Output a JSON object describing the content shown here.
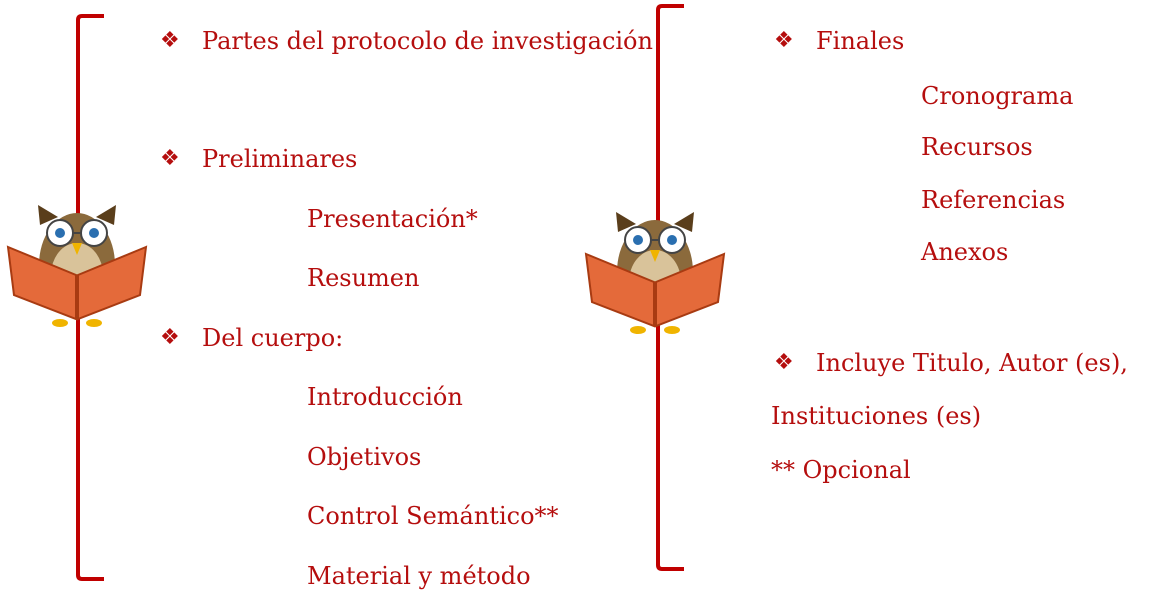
{
  "left": {
    "heading": "Partes del protocolo de investigación",
    "sections": [
      {
        "title": "Preliminares",
        "items": [
          "Presentación*",
          "Resumen"
        ]
      },
      {
        "title": "Del cuerpo:",
        "items": [
          "Introducción",
          "Objetivos",
          "Control Semántico**",
          "Material y método"
        ]
      }
    ]
  },
  "right": {
    "heading": "Finales",
    "items": [
      "Cronograma",
      "Recursos",
      "Referencias",
      "Anexos"
    ],
    "note_bullet_line1": "Incluye Titulo, Autor (es),",
    "note_line2": "Instituciones (es)",
    "optional_note": "** Opcional"
  },
  "icons": {
    "bullet": "diamond-bullet-icon",
    "mascot": "owl-reading-book-icon"
  },
  "colors": {
    "text": "#b50e0e",
    "bracket": "#c00000"
  }
}
